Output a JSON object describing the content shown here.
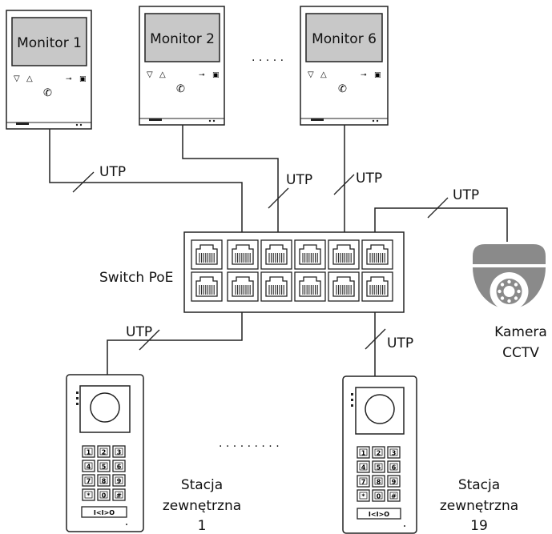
{
  "monitors": [
    {
      "label": "Monitor 1"
    },
    {
      "label": "Monitor 2"
    },
    {
      "label": "Monitor 6"
    }
  ],
  "monitor_ellipsis": ". . . . .",
  "switch_label": "Switch PoE",
  "cable_label": "UTP",
  "camera": {
    "line1": "Kamera",
    "line2": "CCTV"
  },
  "stations": [
    {
      "line1": "Stacja",
      "line2": "zewnętrzna",
      "line3": "1"
    },
    {
      "line1": "Stacja",
      "line2": "zewnętrzna",
      "line3": "19"
    }
  ],
  "station_ellipsis": ". . . . . . . . .",
  "keypad_keys": [
    "1",
    "2",
    "3",
    "4",
    "5",
    "6",
    "7",
    "8",
    "9",
    "*",
    "0",
    "#"
  ],
  "keypad_bottom_label": "I<I>O"
}
